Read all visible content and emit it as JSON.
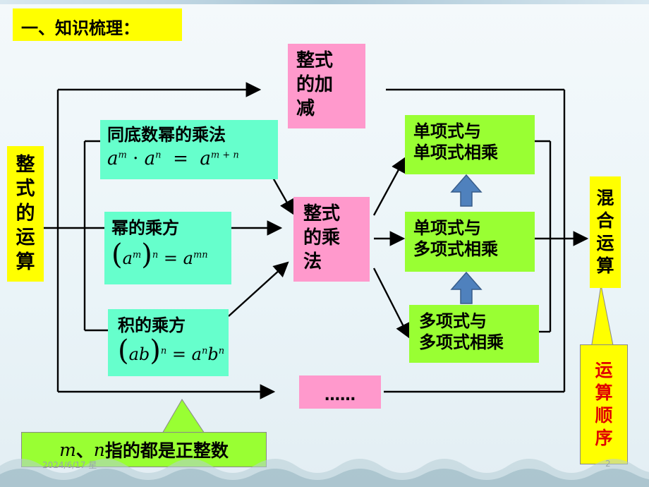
{
  "title": "一、知识梳理：",
  "left_node": [
    "整",
    "式",
    "的",
    "运",
    "算"
  ],
  "add_node": [
    "整式",
    "的加",
    "减"
  ],
  "mult_node": [
    "整式",
    "的乘",
    "法"
  ],
  "dots_node": "……",
  "rules": [
    {
      "label": "同底数幂的乘法",
      "formula": {
        "a": "a",
        "m": "m",
        "dot": "·",
        "n": "n",
        "eq": "=",
        "exp": "m + n"
      }
    },
    {
      "label": "幂的乘方",
      "formula": {
        "a": "a",
        "m": "m",
        "n": "n",
        "eq": "=",
        "exp": "mn"
      }
    },
    {
      "label": "积的乘方",
      "formula": {
        "ab": "ab",
        "n": "n",
        "eq": "=",
        "a": "a",
        "b": "b"
      }
    }
  ],
  "mono_mono": [
    "单项式与",
    "单项式相乘"
  ],
  "mono_poly": [
    "单项式与",
    "多项式相乘"
  ],
  "poly_poly": [
    "多项式与",
    "多项式相乘"
  ],
  "mixed_node": [
    "混",
    "合",
    "运",
    "算"
  ],
  "order_node": [
    "运",
    "算",
    "顺",
    "序"
  ],
  "note": {
    "m": "m",
    "sep": "、",
    "n": "n",
    "text": "指的都是正整数"
  },
  "footer": {
    "date": "2024/6/17 星",
    "page": "2"
  },
  "colors": {
    "pink": "#ff99cc",
    "green": "#99ff33",
    "aqua": "#66ffcc",
    "yellow": "#ffff00",
    "arrow_blue": "#4f81bd"
  }
}
